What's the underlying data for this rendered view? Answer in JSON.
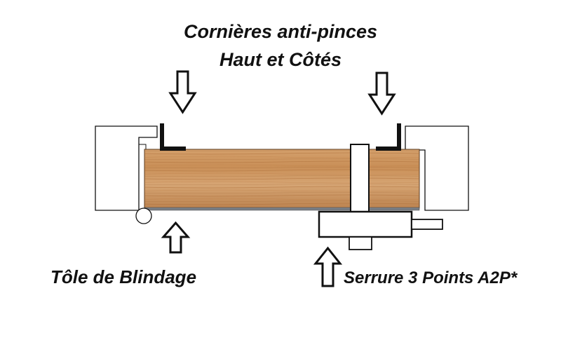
{
  "labels": {
    "title_line1": "Cornières anti-pinces",
    "title_line2": "Haut et Côtés",
    "tole": "Tôle de Blindage",
    "serrure": "Serrure 3 Points A2P*"
  },
  "colors": {
    "wood_light": "#d9a877",
    "wood_mid": "#c98f57",
    "wood_dark": "#a96a35",
    "outline": "#111111",
    "frame_fill": "#ffffff",
    "shield_plate": "#7a7f86"
  },
  "icons": {
    "arrow_down": "down-arrow-icon",
    "arrow_up": "up-arrow-icon"
  }
}
